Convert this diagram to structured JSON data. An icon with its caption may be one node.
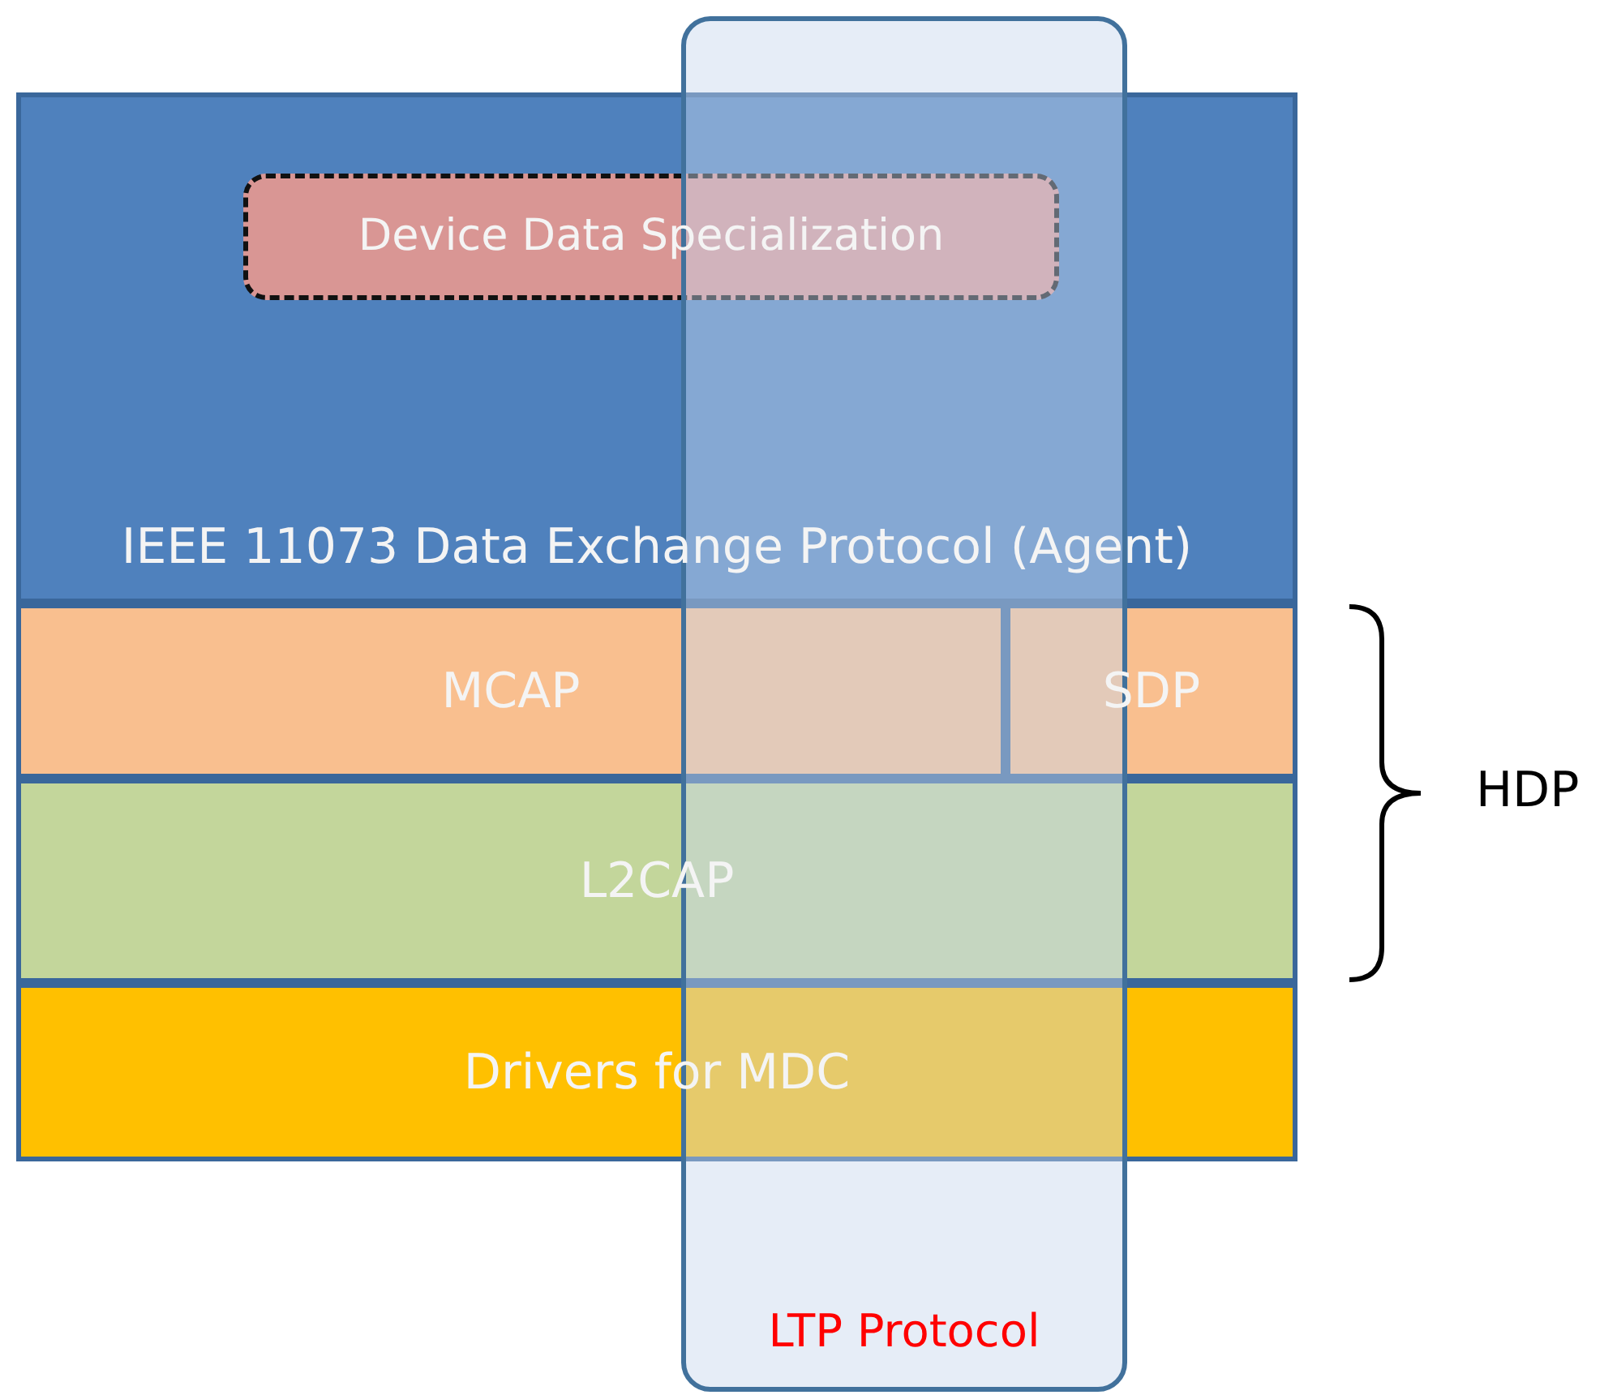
{
  "diagram": {
    "nodes": [
      {
        "text": [
          "IEEE 11073 Data Exchange Protocol (Agent)"
        ]
      },
      {
        "text": [
          "Device Data Specialization"
        ],
        "in": 0
      },
      {
        "text": [
          "MCAP"
        ]
      },
      {
        "text": [
          "SDP"
        ]
      },
      {
        "text": [
          "L2CAP"
        ]
      },
      {
        "text": [
          "Drivers for MDC"
        ]
      },
      {
        "text": [
          "LTP Protocol"
        ]
      }
    ],
    "edges": [],
    "labels": [
      "HDP"
    ]
  }
}
